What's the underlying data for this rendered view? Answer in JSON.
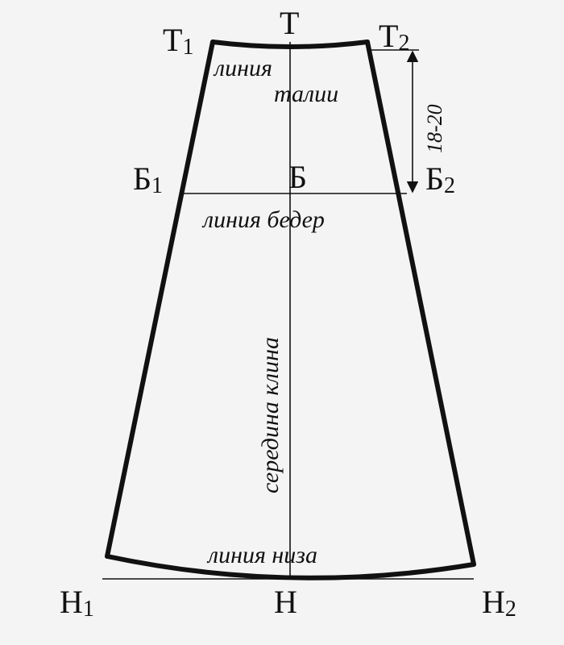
{
  "points": {
    "t1": {
      "base": "Т",
      "sub": "1"
    },
    "t": "Т",
    "t2": {
      "base": "Т",
      "sub": "2"
    },
    "b1": {
      "base": "Б",
      "sub": "1"
    },
    "b": "Б",
    "b2": {
      "base": "Б",
      "sub": "2"
    },
    "h1": {
      "base": "Н",
      "sub": "1"
    },
    "h": "Н",
    "h2": {
      "base": "Н",
      "sub": "2"
    }
  },
  "labels": {
    "waist_line_1": "линия",
    "waist_line_2": "талии",
    "hip_line": "линия бедер",
    "hem_line": "линия низа",
    "gore_center": "середина клина",
    "dimension": "18-20"
  },
  "colors": {
    "line": "#111111",
    "background": "#f4f4f4"
  }
}
